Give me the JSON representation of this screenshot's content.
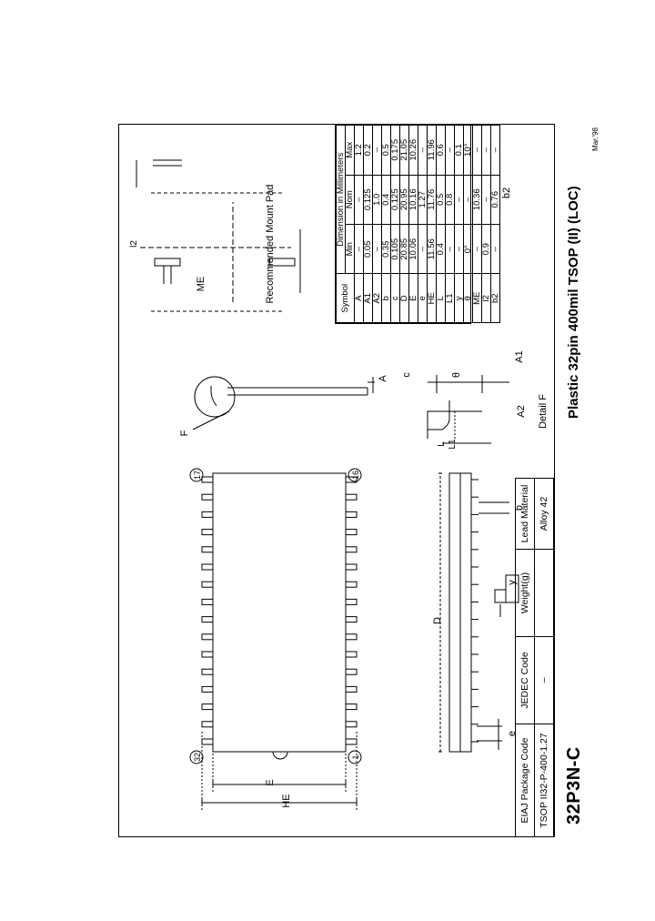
{
  "header": {
    "model": "32P3N-C",
    "description": "Plastic 32pin 400mil TSOP (II) (LOC)"
  },
  "package_info": {
    "headers": [
      "EIAJ Package Code",
      "JEDEC Code",
      "Weight(g)",
      "Lead Material"
    ],
    "values": [
      "TSOP II32-P-400-1.27",
      "–",
      "",
      "Alloy 42"
    ]
  },
  "dimensions": {
    "group_label": "Dimension in Millimeters",
    "headers": [
      "Symbol",
      "Min",
      "Nom",
      "Max"
    ],
    "rows": [
      [
        "A",
        "–",
        "–",
        "1.2"
      ],
      [
        "A1",
        "0.05",
        "0.125",
        "0.2"
      ],
      [
        "A2",
        "–",
        "1.0",
        "–"
      ],
      [
        "b",
        "0.35",
        "0.4",
        "0.5"
      ],
      [
        "c",
        "0.105",
        "0.125",
        "0.175"
      ],
      [
        "D",
        "20.85",
        "20.95",
        "21.05"
      ],
      [
        "E",
        "10.06",
        "10.16",
        "10.26"
      ],
      [
        "e",
        "–",
        "1.27",
        "–"
      ],
      [
        "HE",
        "11.56",
        "11.76",
        "11.96"
      ],
      [
        "L",
        "0.4",
        "0.5",
        "0.6"
      ],
      [
        "L1",
        "–",
        "0.8",
        "–"
      ],
      [
        "y",
        "–",
        "–",
        "0.1"
      ],
      [
        "θ",
        "0°",
        "–",
        "10°"
      ],
      [
        "ME",
        "–",
        "10.36",
        "–"
      ],
      [
        "l2",
        "0.9",
        "–",
        "–"
      ],
      [
        "b2",
        "–",
        "0.76",
        "–"
      ]
    ]
  },
  "labels": {
    "pin1": "1",
    "pin16": "16",
    "pin17": "17",
    "pin32": "32",
    "D": "D",
    "E": "E",
    "HE": "HE",
    "e": "e",
    "y": "y",
    "b": "b",
    "F": "F",
    "A": "A",
    "A1": "A1",
    "A2": "A2",
    "c": "c",
    "theta": "θ",
    "L": "L",
    "L1": "L1",
    "ME": "ME",
    "b2": "b2",
    "l2": "l2",
    "detail": "Detail F",
    "mount_pad": "Recommended Mount Pad"
  },
  "footer": {
    "date": "Mar.'98"
  }
}
